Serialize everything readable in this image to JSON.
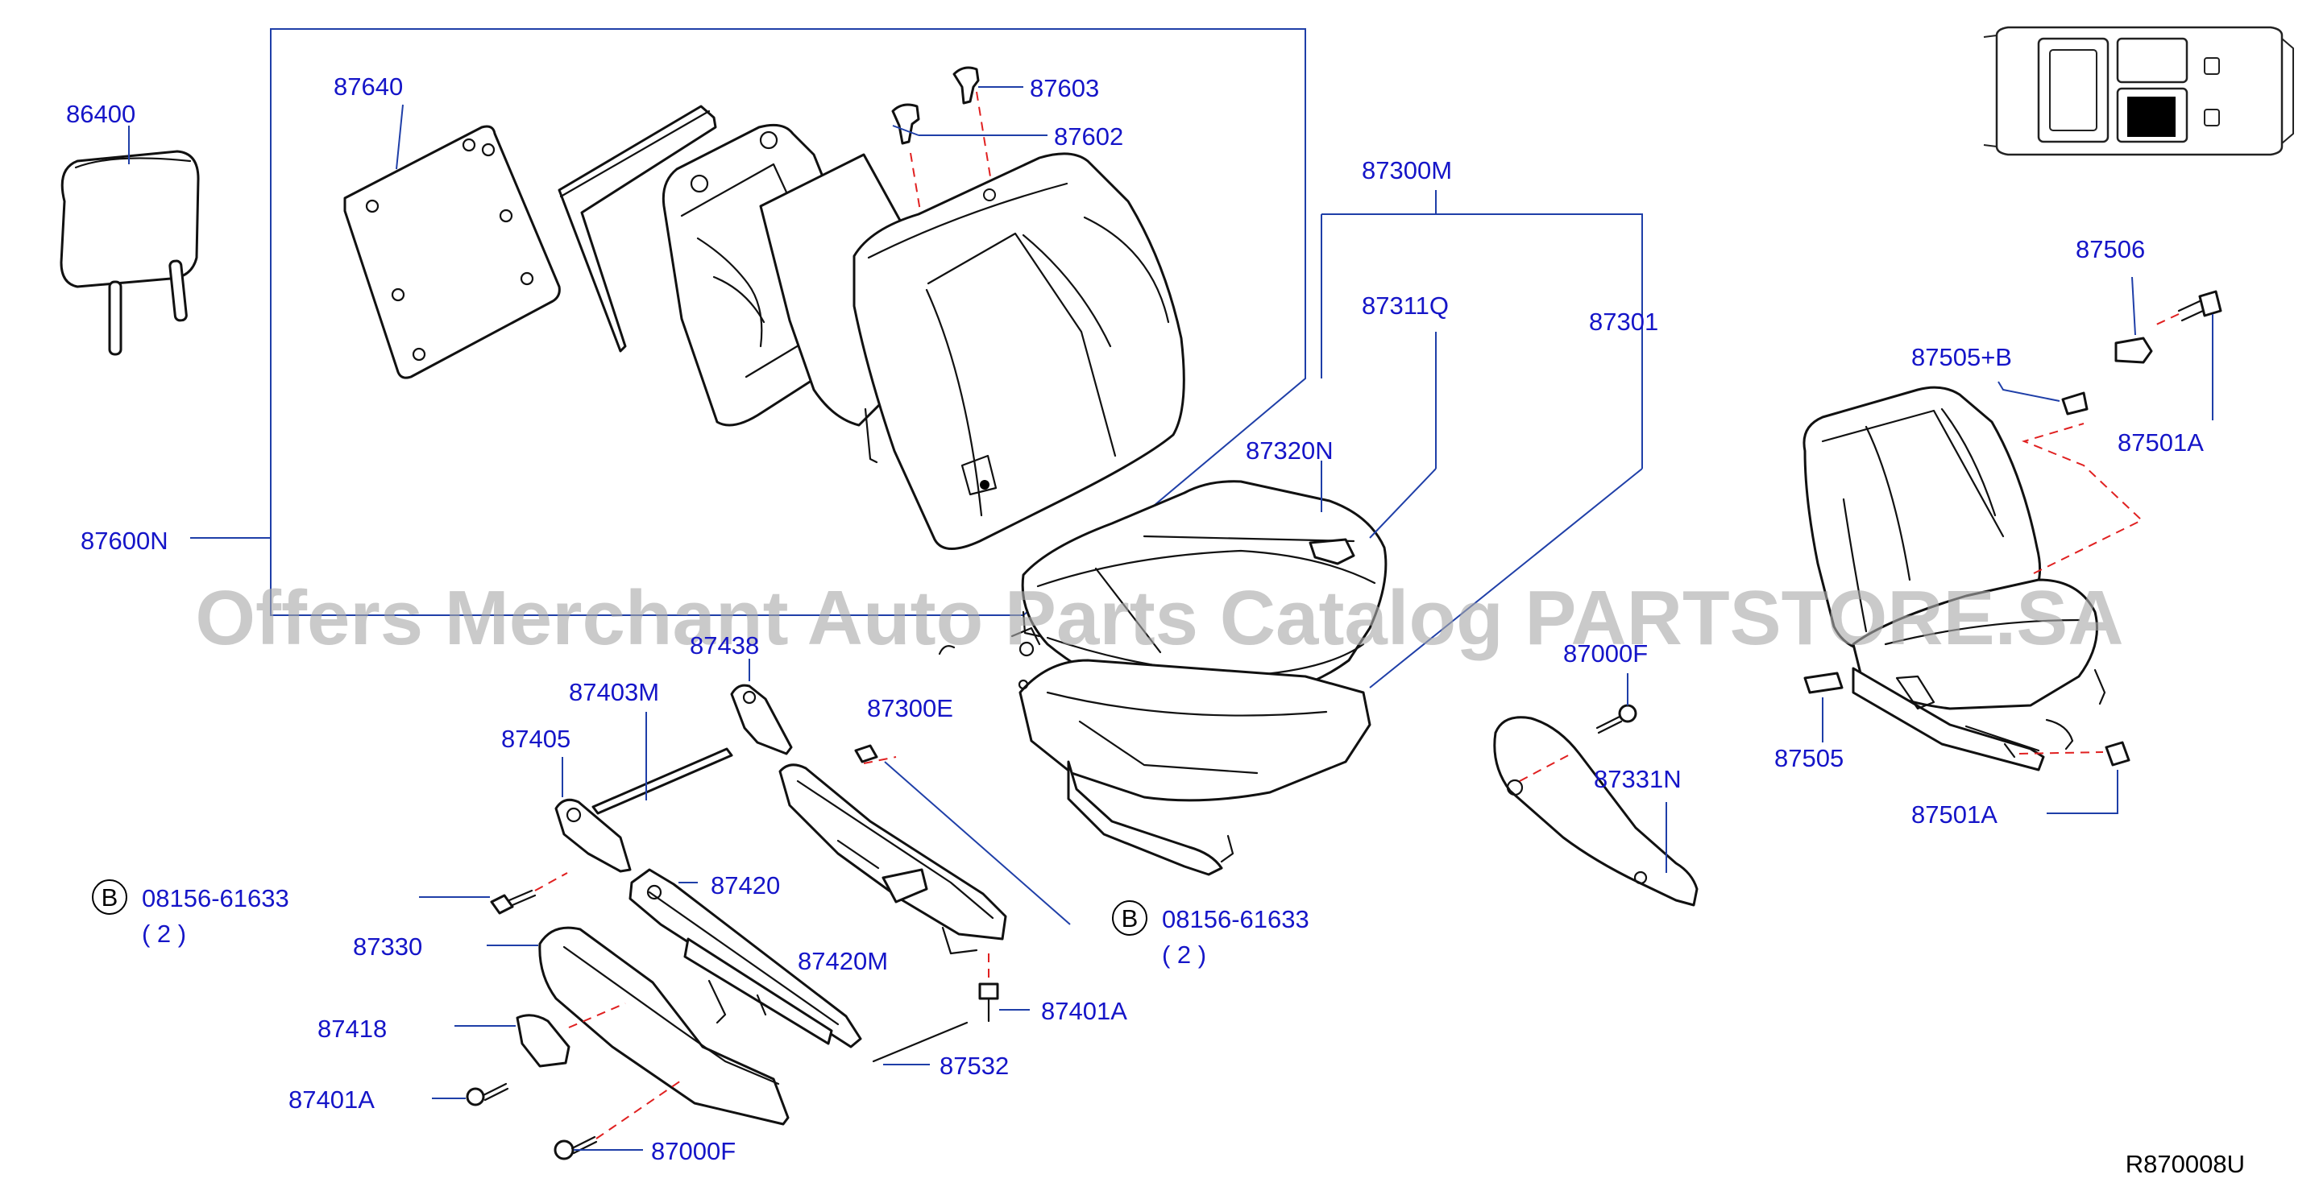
{
  "watermark": "Offers Merchant Auto Parts Catalog PARTSTORE.SA",
  "diagram_code": "R870008U",
  "bolt_symbol": "B",
  "labels": {
    "p86400": "86400",
    "p87640": "87640",
    "p87603": "87603",
    "p87602": "87602",
    "p87600N": "87600N",
    "p87300M": "87300M",
    "p87311Q": "87311Q",
    "p87301": "87301",
    "p87320N": "87320N",
    "p87438": "87438",
    "p87403M": "87403M",
    "p87405": "87405",
    "p87300E": "87300E",
    "p87000F_right": "87000F",
    "p87331N": "87331N",
    "p08156_left": "08156-61633",
    "qty_left": "( 2 )",
    "p87420": "87420",
    "p87330": "87330",
    "p87420M": "87420M",
    "p08156_right": "08156-61633",
    "qty_right": "( 2 )",
    "p87418": "87418",
    "p87401A_mid": "87401A",
    "p87532": "87532",
    "p87401A_left": "87401A",
    "p87000F_bottom": "87000F",
    "p87506": "87506",
    "p87505B": "87505+B",
    "p87501A_top": "87501A",
    "p87505": "87505",
    "p87501A_bottom": "87501A"
  }
}
